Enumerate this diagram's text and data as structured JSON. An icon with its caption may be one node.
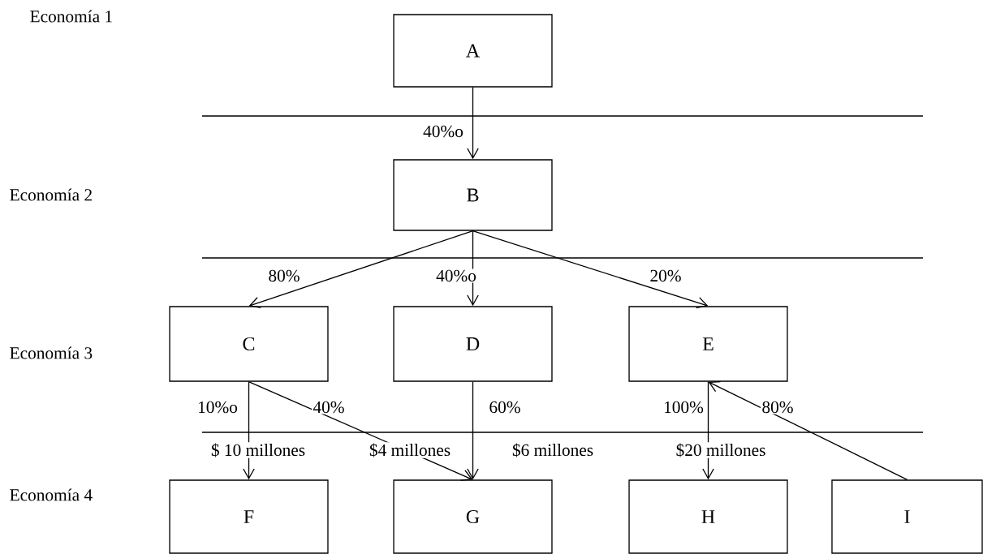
{
  "diagram": {
    "nodes": [
      {
        "text": [
          "A"
        ]
      },
      {
        "text": [
          "B"
        ]
      },
      {
        "text": [
          "C"
        ]
      },
      {
        "text": [
          "D"
        ]
      },
      {
        "text": [
          "E"
        ]
      },
      {
        "text": [
          "F"
        ]
      },
      {
        "text": [
          "G"
        ]
      },
      {
        "text": [
          "H"
        ]
      },
      {
        "text": [
          "I"
        ]
      }
    ],
    "edges": [
      {
        "from": 0,
        "to": 1,
        "arrow": "to",
        "label": "40%o"
      },
      {
        "from": 1,
        "to": 2,
        "arrow": "to",
        "label": "80%"
      },
      {
        "from": 1,
        "to": 3,
        "arrow": "to",
        "label": "40%o"
      },
      {
        "from": 1,
        "to": 4,
        "arrow": "to",
        "label": "20%"
      },
      {
        "from": 2,
        "to": 5,
        "arrow": "to",
        "label": "10%o"
      },
      {
        "from": 2,
        "to": 6,
        "arrow": "to",
        "label": "40%"
      },
      {
        "from": 3,
        "to": 6,
        "arrow": "to",
        "label": "60%"
      },
      {
        "from": 4,
        "to": 7,
        "arrow": "to",
        "label": "100%"
      },
      {
        "from": 8,
        "to": 4,
        "arrow": "to",
        "label": "80%"
      }
    ],
    "labels": [
      "Economía 1",
      "Economía 2",
      "Economía 3",
      "Economía 4",
      "$ 10 millones",
      "$4 millones",
      "$6 millones",
      "$20 millones"
    ]
  }
}
